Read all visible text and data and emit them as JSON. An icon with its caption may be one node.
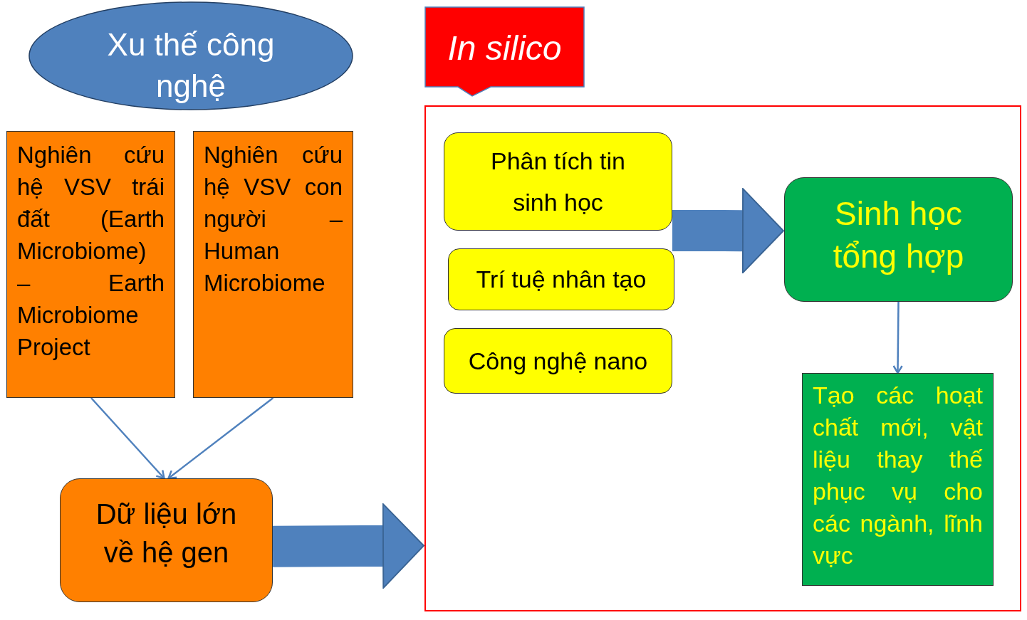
{
  "diagram": {
    "nodes": [
      {
        "text": [
          "Xu thế công nghệ"
        ]
      },
      {
        "text": [
          "Nghiên cứu hệ VSV trái đất (Earth Microbiome) – Earth Microbiome Project"
        ]
      },
      {
        "text": [
          "Nghiên cứu hệ VSV con người – Human Microbiome"
        ]
      },
      {
        "text": [
          "Dữ liệu lớn về hệ gen"
        ]
      },
      {
        "text": [
          "In silico"
        ]
      },
      {
        "text": [],
        "shape": "box"
      },
      {
        "text": [
          "Phân tích tin sinh học"
        ],
        "in": 5
      },
      {
        "text": [
          "Trí tuệ nhân tạo"
        ],
        "in": 5
      },
      {
        "text": [
          "Công nghệ nano"
        ],
        "in": 5
      },
      {
        "text": [
          "Sinh học tổng hợp"
        ],
        "in": 5
      },
      {
        "text": [
          "Tạo các hoạt chất mới, vật liệu thay thế phục vụ cho các ngành, lĩnh vực"
        ],
        "in": 5
      }
    ],
    "edges": [
      {
        "from": 1,
        "to": 3,
        "arrow": "to"
      },
      {
        "from": 2,
        "to": 3,
        "arrow": "to"
      },
      {
        "from": 3,
        "to": 5,
        "arrow": "to",
        "style": "thick"
      },
      {
        "from": 6,
        "to": 9,
        "arrow": "to",
        "style": "thick"
      },
      {
        "from": 9,
        "to": 10,
        "arrow": "to"
      }
    ]
  }
}
